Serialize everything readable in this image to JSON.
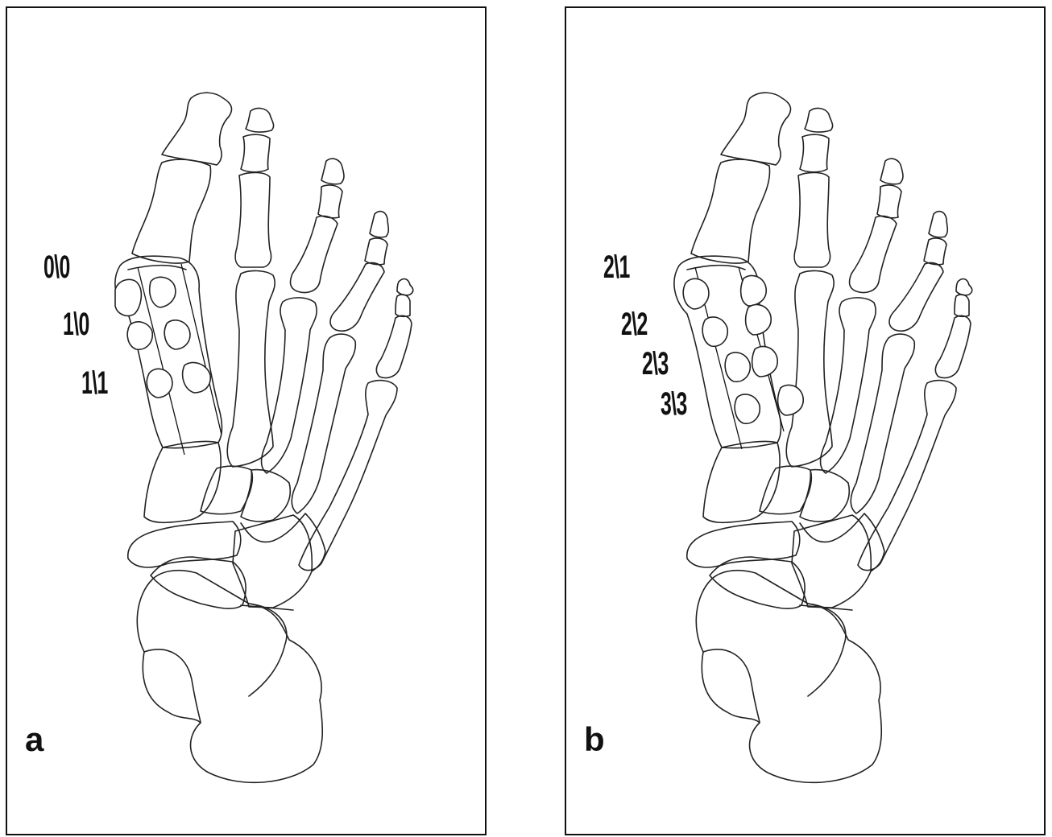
{
  "panels": [
    {
      "letter": "a",
      "grades": [
        "0\\0",
        "1\\0",
        "1\\1"
      ]
    },
    {
      "letter": "b",
      "grades": [
        "2\\1",
        "2\\2",
        "2\\3",
        "3\\3"
      ]
    }
  ],
  "colors": {
    "line": "#222222",
    "text": "#111111",
    "background": "#ffffff"
  }
}
